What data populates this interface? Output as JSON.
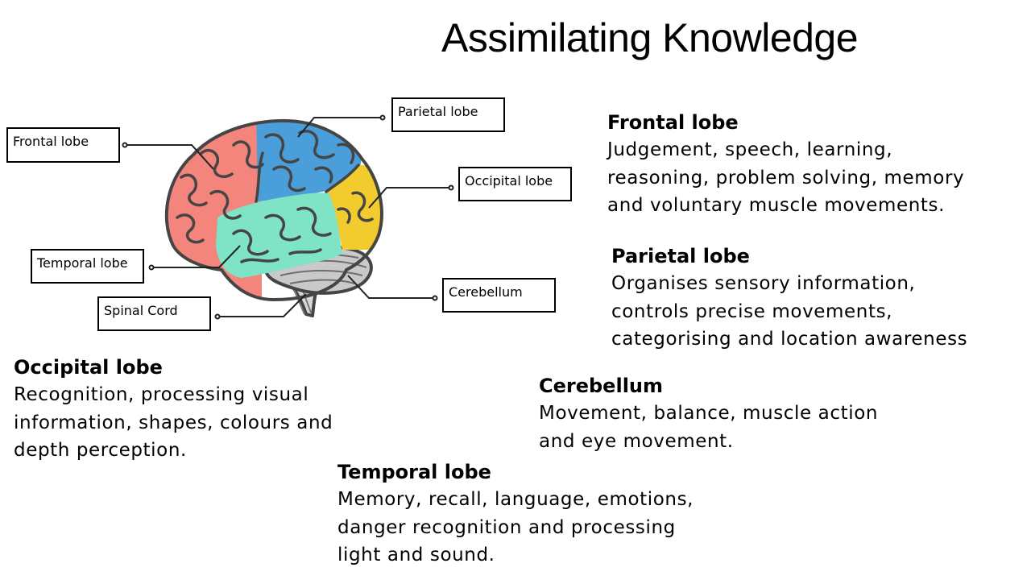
{
  "title": "Assimilating Knowledge",
  "diagram_labels": {
    "frontal": "Frontal lobe",
    "parietal": "Parietal lobe",
    "occipital": "Occipital lobe",
    "temporal": "Temporal lobe",
    "spinal": "Spinal Cord",
    "cerebellum": "Cerebellum"
  },
  "colors": {
    "frontal": "#f4857c",
    "parietal": "#4a9ed9",
    "occipital": "#f2cc2e",
    "temporal": "#7fe3c6",
    "cerebellum": "#c9c9c9",
    "outline": "#454545"
  },
  "descriptions": {
    "frontal": {
      "heading": "Frontal lobe",
      "lines": [
        "Judgement, speech, learning,",
        "reasoning, problem solving, memory",
        "and voluntary muscle movements."
      ]
    },
    "parietal": {
      "heading": "Parietal lobe",
      "lines": [
        "Organises sensory information,",
        "controls precise movements,",
        "categorising and location awareness"
      ]
    },
    "occipital": {
      "heading": "Occipital lobe",
      "lines": [
        "Recognition, processing visual",
        "information, shapes, colours and",
        "depth perception."
      ]
    },
    "cerebellum": {
      "heading": "Cerebellum",
      "lines": [
        "Movement, balance, muscle action",
        "and eye movement."
      ]
    },
    "temporal": {
      "heading": "Temporal lobe",
      "lines": [
        "Memory, recall, language, emotions,",
        "danger recognition and processing",
        "light and sound."
      ]
    }
  }
}
